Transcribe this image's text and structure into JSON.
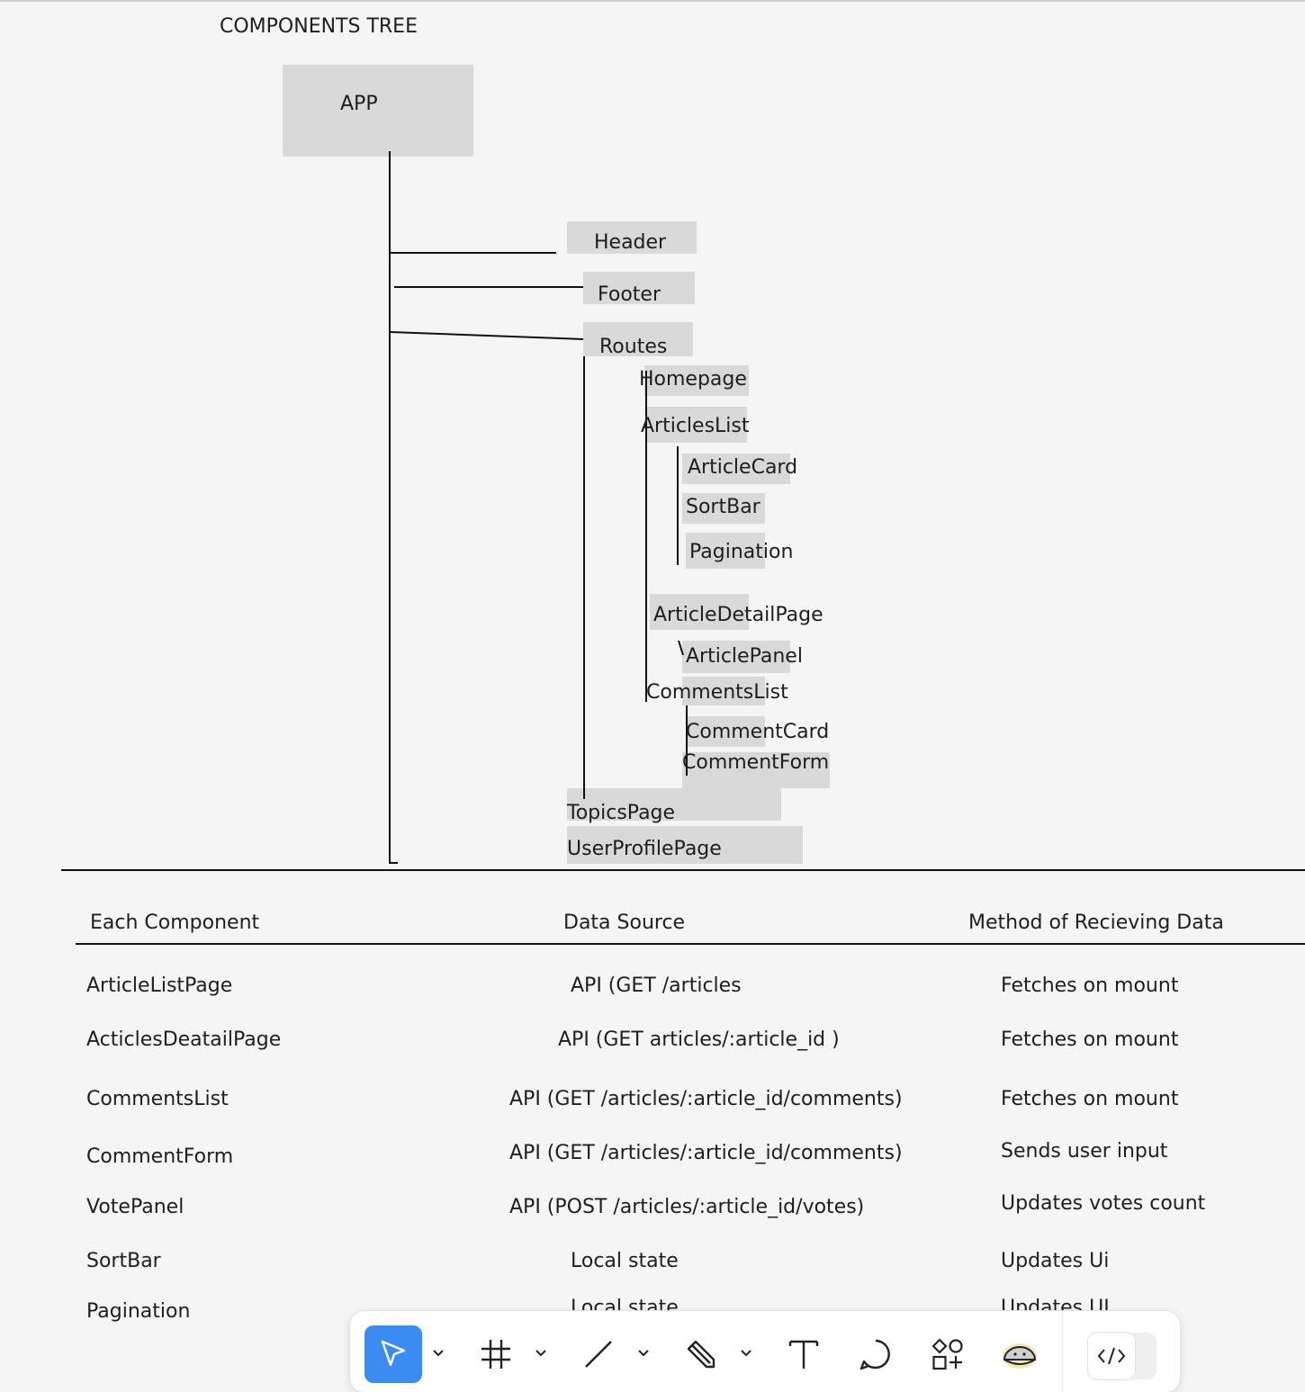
{
  "tree": {
    "title": "COMPONENTS TREE",
    "root": "APP",
    "nodes": {
      "header": "Header",
      "footer": "Footer",
      "routes": "Routes",
      "homepage": "Homepage",
      "articles_list": "ArticlesList",
      "article_card": "ArticleCard",
      "sort_bar": "SortBar",
      "pagination": "Pagination",
      "article_detail_page": "ArticleDetailPage",
      "article_panel": "ArticlePanel",
      "comments_list": "CommentsList",
      "comment_card": "CommentCard",
      "comment_form": "CommentForm",
      "topics_page": "TopicsPage",
      "user_profile_page": "UserProfilePage"
    }
  },
  "table": {
    "headers": [
      "Each Component",
      "Data Source",
      "Method of Recieving Data"
    ],
    "rows": [
      [
        "ArticleListPage",
        "API (GET /articles",
        "Fetches  on mount"
      ],
      [
        "ActiclesDeatailPage",
        "API (GET articles/:article_id )",
        "Fetches on mount"
      ],
      [
        "CommentsList",
        "API (GET /articles/:article_id/comments)",
        "Fetches on mount"
      ],
      [
        "CommentForm",
        "API (GET /articles/:article_id/comments)",
        "Sends user input"
      ],
      [
        "VotePanel",
        "API (POST /articles/:article_id/votes)",
        "Updates votes count"
      ],
      [
        "SortBar",
        "Local state",
        "Updates Ui"
      ],
      [
        "Pagination",
        "Local state",
        "Updates  UI"
      ]
    ]
  },
  "toolbar": {
    "tools": [
      "move-tool",
      "frame-tool",
      "line-tool",
      "pencil-tool",
      "text-tool",
      "comment-tool",
      "shapes-tool",
      "plugin-tool",
      "code-tool"
    ],
    "active_tool": "move-tool",
    "active_color": "#3b8cf0"
  }
}
